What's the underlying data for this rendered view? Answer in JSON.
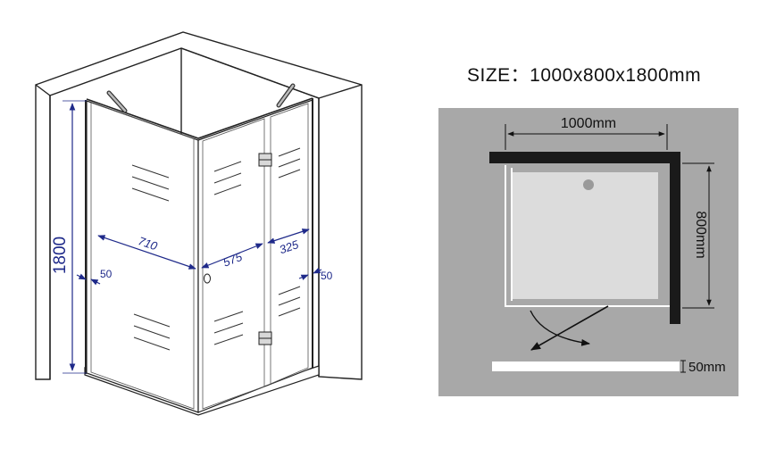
{
  "size_title": "SIZE：1000x800x1800mm",
  "left_view": {
    "height_label": "1800",
    "width_front_label": "710",
    "width_side_fixed_label": "575",
    "width_side_door_label": "325",
    "left_gap_label": "50",
    "right_gap_label": "50"
  },
  "plan_view": {
    "width_label": "1000mm",
    "depth_label": "800mm",
    "tray_height_label": "50mm"
  },
  "colors": {
    "dimension_blue": "#1f2a8a",
    "plan_background": "#a8a8a8",
    "wall": "#1a1a1a",
    "tray": "#dcdcdc"
  }
}
